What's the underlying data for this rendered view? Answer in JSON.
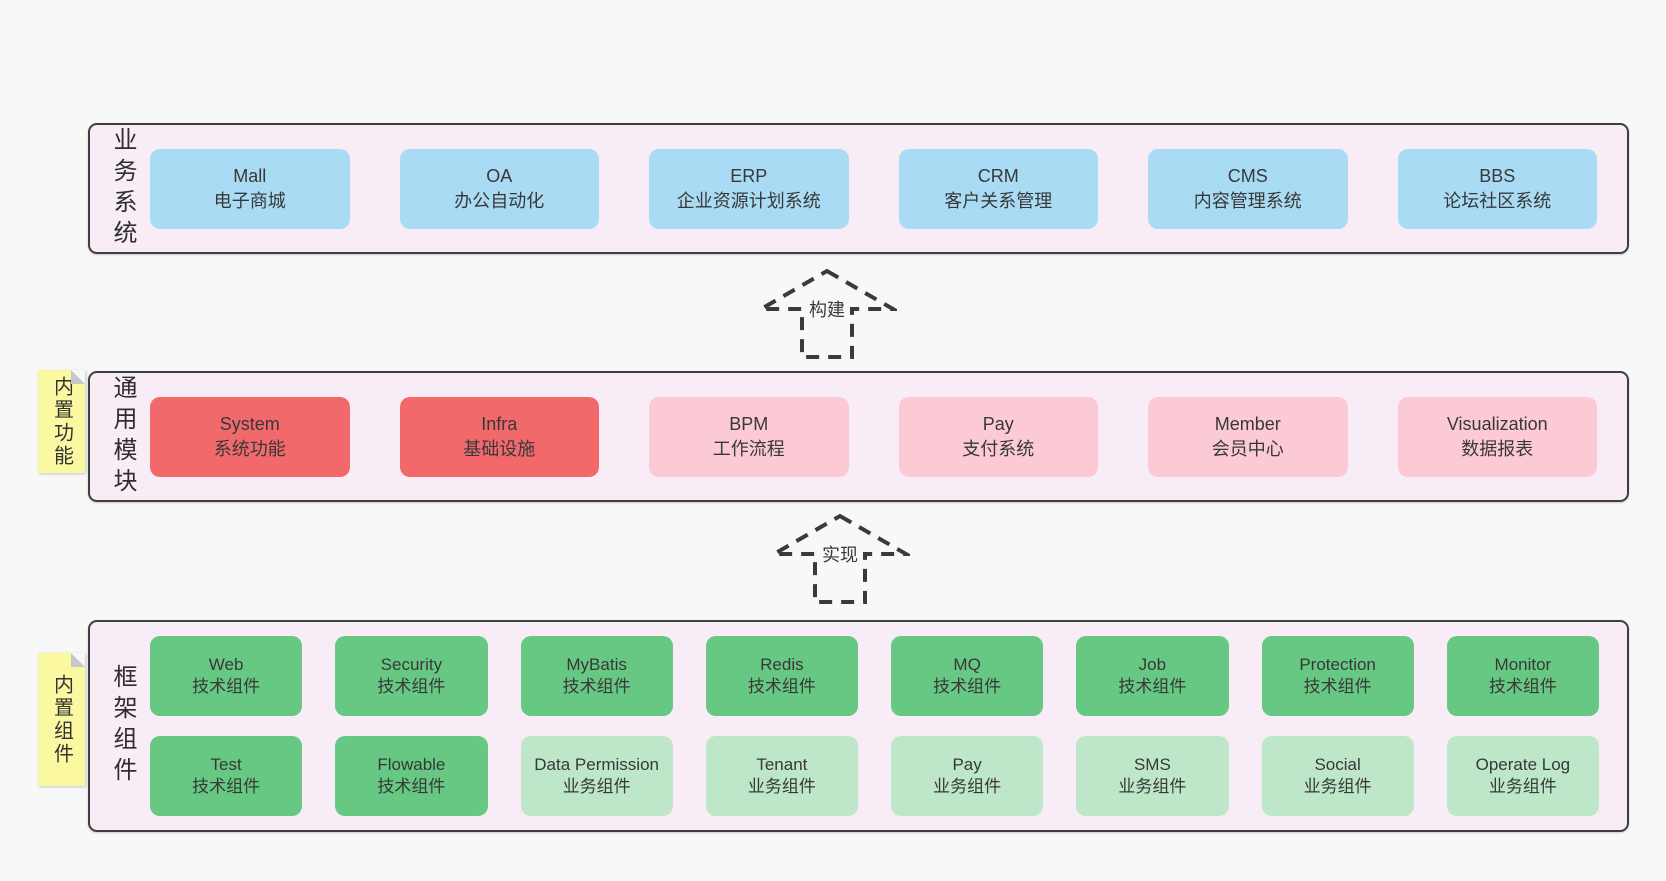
{
  "palette": {
    "page_bg": "#f8f8f8",
    "band_bg": "#f8edf6",
    "band_border": "#3f3f3f",
    "node_blue": "#a9dbf5",
    "node_red": "#f2696c",
    "node_pink": "#fbcad4",
    "node_green": "#66c882",
    "node_green_light": "#bde7c8",
    "note_yellow": "#faf9a2",
    "text": "#3a3a3a"
  },
  "arrows": [
    {
      "label": "构建"
    },
    {
      "label": "实现"
    }
  ],
  "bands": [
    {
      "label": "业务系统",
      "boxes": [
        {
          "title": "Mall",
          "subtitle": "电子商城",
          "variant": "blue"
        },
        {
          "title": "OA",
          "subtitle": "办公自动化",
          "variant": "blue"
        },
        {
          "title": "ERP",
          "subtitle": "企业资源计划系统",
          "variant": "blue"
        },
        {
          "title": "CRM",
          "subtitle": "客户关系管理",
          "variant": "blue"
        },
        {
          "title": "CMS",
          "subtitle": "内容管理系统",
          "variant": "blue"
        },
        {
          "title": "BBS",
          "subtitle": "论坛社区系统",
          "variant": "blue"
        }
      ]
    },
    {
      "label": "通用模块",
      "note": "内置功能",
      "boxes": [
        {
          "title": "System",
          "subtitle": "系统功能",
          "variant": "red"
        },
        {
          "title": "Infra",
          "subtitle": "基础设施",
          "variant": "red"
        },
        {
          "title": "BPM",
          "subtitle": "工作流程",
          "variant": "pink"
        },
        {
          "title": "Pay",
          "subtitle": "支付系统",
          "variant": "pink"
        },
        {
          "title": "Member",
          "subtitle": "会员中心",
          "variant": "pink"
        },
        {
          "title": "Visualization",
          "subtitle": "数据报表",
          "variant": "pink"
        }
      ]
    },
    {
      "label": "框架组件",
      "note": "内置组件",
      "boxes": [
        {
          "title": "Web",
          "subtitle": "技术组件",
          "variant": "green"
        },
        {
          "title": "Security",
          "subtitle": "技术组件",
          "variant": "green"
        },
        {
          "title": "MyBatis",
          "subtitle": "技术组件",
          "variant": "green"
        },
        {
          "title": "Redis",
          "subtitle": "技术组件",
          "variant": "green"
        },
        {
          "title": "MQ",
          "subtitle": "技术组件",
          "variant": "green"
        },
        {
          "title": "Job",
          "subtitle": "技术组件",
          "variant": "green"
        },
        {
          "title": "Protection",
          "subtitle": "技术组件",
          "variant": "green"
        },
        {
          "title": "Monitor",
          "subtitle": "技术组件",
          "variant": "green"
        },
        {
          "title": "Test",
          "subtitle": "技术组件",
          "variant": "green"
        },
        {
          "title": "Flowable",
          "subtitle": "技术组件",
          "variant": "green"
        },
        {
          "title": "Data Permission",
          "subtitle": "业务组件",
          "variant": "green-light"
        },
        {
          "title": "Tenant",
          "subtitle": "业务组件",
          "variant": "green-light"
        },
        {
          "title": "Pay",
          "subtitle": "业务组件",
          "variant": "green-light"
        },
        {
          "title": "SMS",
          "subtitle": "业务组件",
          "variant": "green-light"
        },
        {
          "title": "Social",
          "subtitle": "业务组件",
          "variant": "green-light"
        },
        {
          "title": "Operate Log",
          "subtitle": "业务组件",
          "variant": "green-light"
        }
      ]
    }
  ]
}
